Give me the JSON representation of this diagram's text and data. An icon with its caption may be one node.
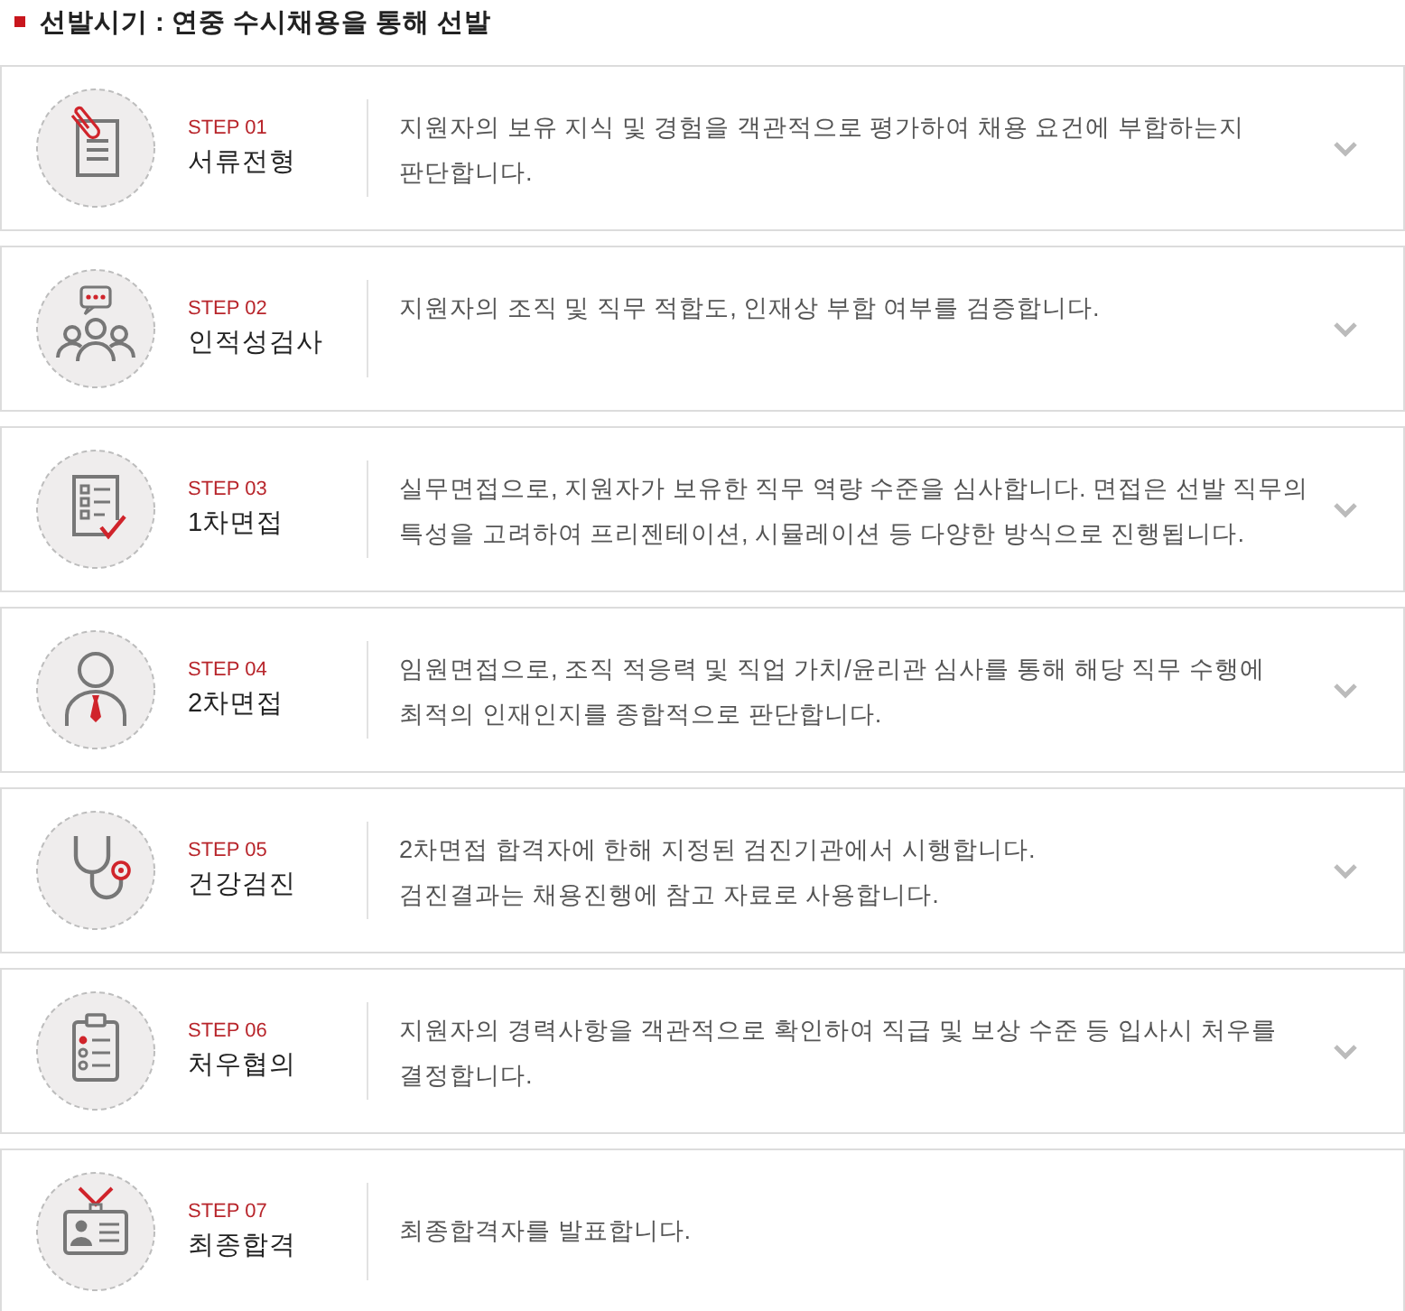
{
  "diagram": {
    "title": "선발시기 : 연중 수시채용을 통해 선발",
    "nodes": [
      {
        "text": [
          "STEP 01",
          "서류전형",
          "지원자의 보유 지식 및 경험을 객관적으로 평가하여 채용 요건에 부합하는지 판단합니다."
        ]
      },
      {
        "text": [
          "STEP 02",
          "인적성검사",
          "지원자의 조직 및 직무 적합도, 인재상 부합 여부를 검증합니다."
        ]
      },
      {
        "text": [
          "STEP 03",
          "1차면접",
          "실무면접으로, 지원자가 보유한 직무 역량 수준을 심사합니다. 면접은 선발 직무의 특성을 고려하여 프리젠테이션, 시뮬레이션 등 다양한 방식으로 진행됩니다."
        ]
      },
      {
        "text": [
          "STEP 04",
          "2차면접",
          "임원면접으로, 조직 적응력 및 직업 가치/윤리관 심사를 통해 해당 직무 수행에 최적의 인재인지를 종합적으로 판단합니다."
        ]
      },
      {
        "text": [
          "STEP 05",
          "건강검진",
          "2차면접 합격자에 한해 지정된 검진기관에서 시행합니다.",
          "검진결과는 채용진행에 참고 자료로 사용합니다."
        ]
      },
      {
        "text": [
          "STEP 06",
          "처우협의",
          "지원자의 경력사항을 객관적으로 확인하여 직급 및 보상 수준 등 입사시 처우를 결정합니다."
        ]
      },
      {
        "text": [
          "STEP 07",
          "최종합격",
          "최종합격자를 발표합니다."
        ]
      }
    ]
  }
}
